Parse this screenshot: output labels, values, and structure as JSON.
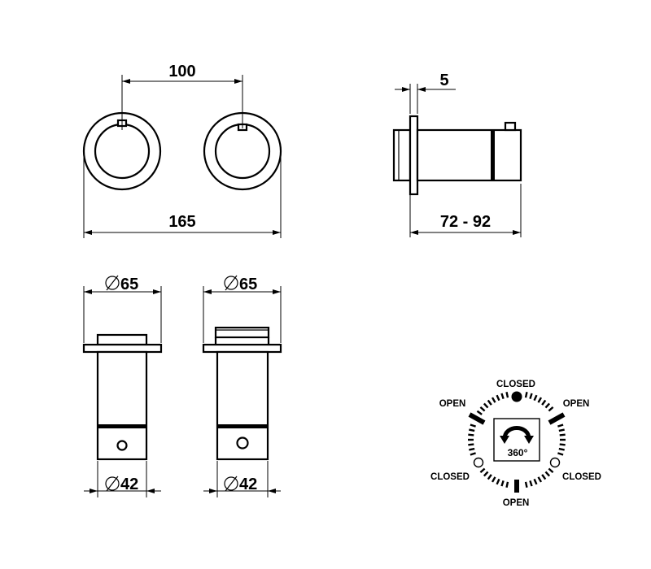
{
  "dimensions": {
    "spacing": "100",
    "total_width": "165",
    "flange": "5",
    "depth_range": "72 - 92",
    "diameter_outer_left": "65",
    "diameter_outer_right": "65",
    "diameter_inner_left": "42",
    "diameter_inner_right": "42"
  },
  "rotation_diagram": {
    "positions": [
      "CLOSED",
      "OPEN",
      "OPEN",
      "CLOSED",
      "CLOSED",
      "OPEN"
    ],
    "rotation_label": "360°"
  },
  "colors": {
    "line": "#000000",
    "background": "#ffffff"
  }
}
